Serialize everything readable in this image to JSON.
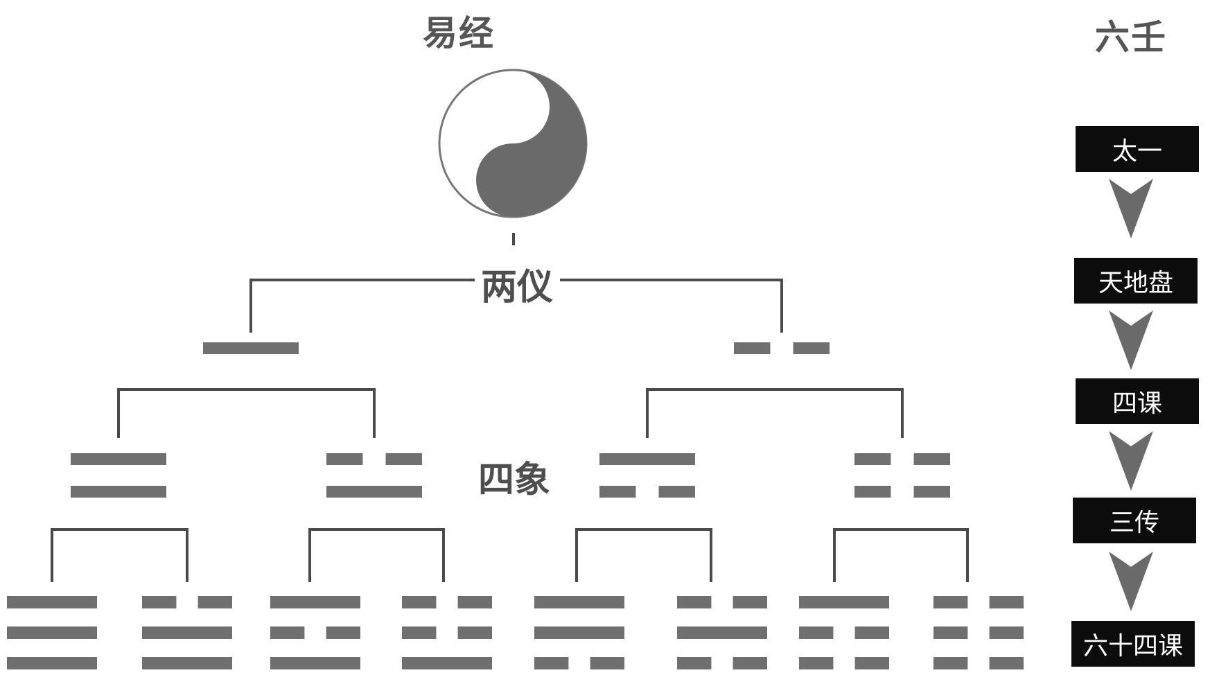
{
  "yijing": {
    "title": "易经",
    "liangyi": "两仪",
    "sixiang": "四象"
  },
  "liuren": {
    "title": "六壬",
    "steps": [
      "太一",
      "天地盘",
      "四课",
      "三传",
      "六十四课"
    ]
  },
  "colors": {
    "line_bar": "#6f6f6f",
    "connector": "#4a4a4a",
    "box_bg": "#0c0c0c",
    "arrow": "#6a6a6a"
  },
  "trigrams_top_to_bottom": [
    "☰",
    "☱",
    "☲",
    "☳",
    "☴",
    "☵",
    "☶",
    "☷"
  ]
}
